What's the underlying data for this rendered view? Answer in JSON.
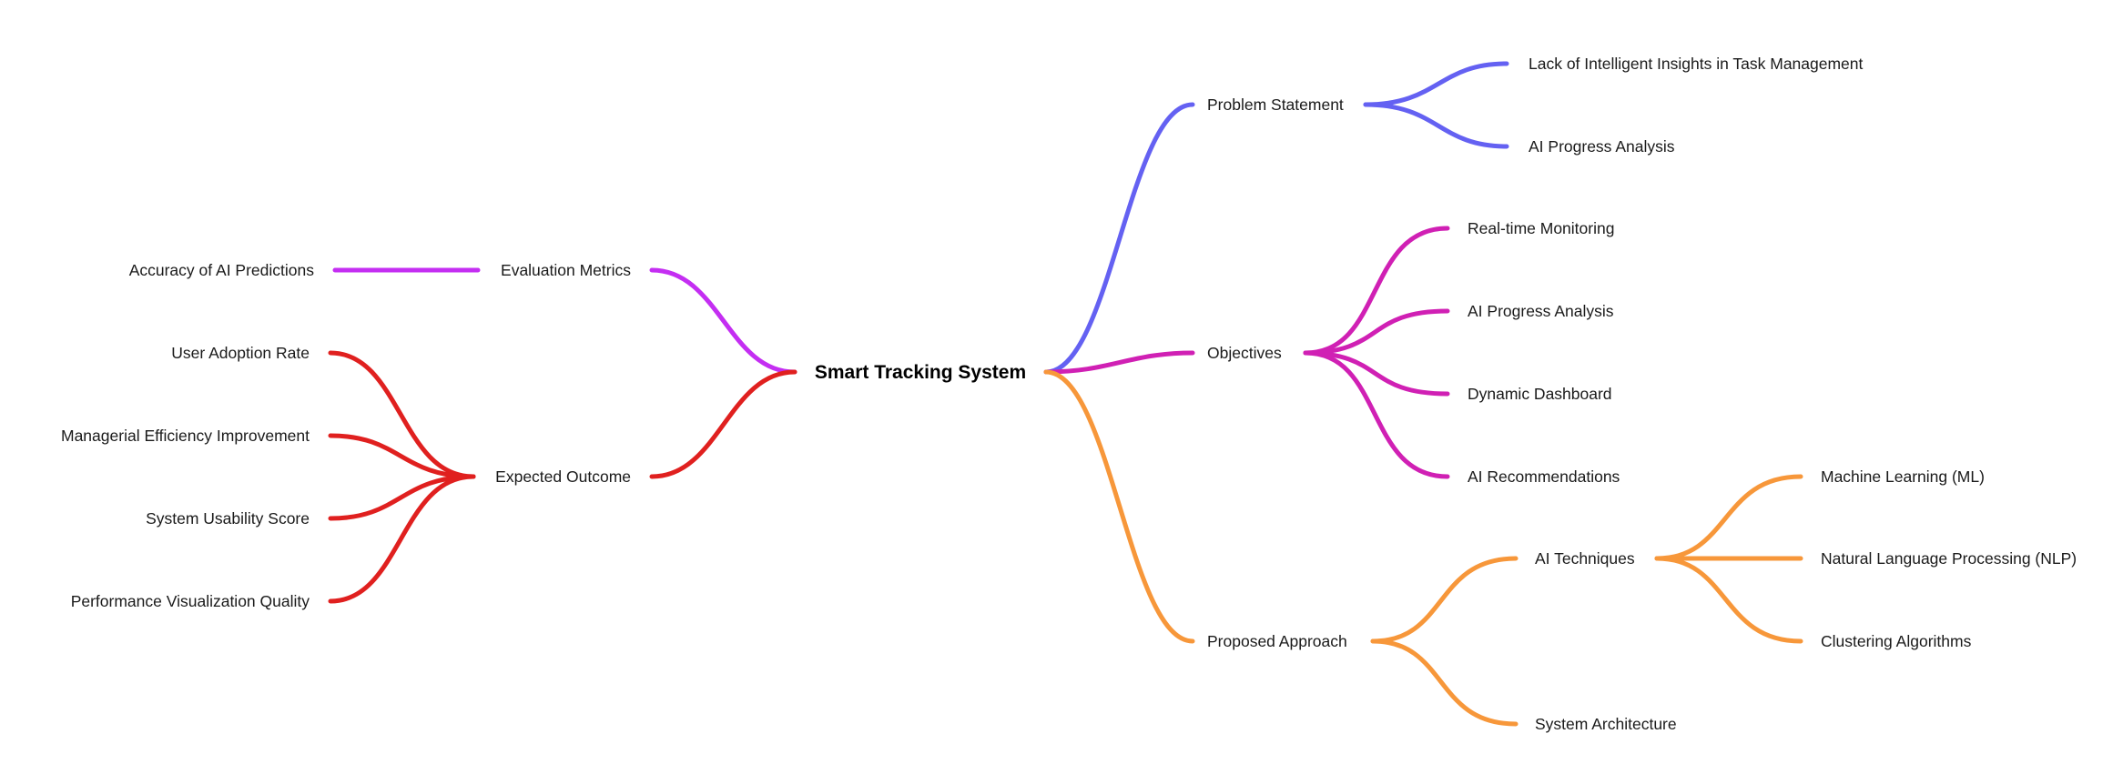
{
  "root": {
    "label": "Smart Tracking System"
  },
  "colors": {
    "problem": "#6461f2",
    "objectives": "#d020b4",
    "approach": "#f7973a",
    "evaluation": "#c42ef2",
    "outcome": "#e0201f"
  },
  "right": [
    {
      "label": "Problem Statement",
      "color": "problem",
      "children": [
        {
          "label": "Lack of Intelligent Insights in Task Management"
        },
        {
          "label": "AI Progress Analysis"
        }
      ]
    },
    {
      "label": "Objectives",
      "color": "objectives",
      "children": [
        {
          "label": "Real-time Monitoring"
        },
        {
          "label": "AI Progress Analysis"
        },
        {
          "label": "Dynamic Dashboard"
        },
        {
          "label": "AI Recommendations"
        }
      ]
    },
    {
      "label": "Proposed Approach",
      "color": "approach",
      "children": [
        {
          "label": "AI Techniques",
          "children": [
            {
              "label": "Machine Learning (ML)"
            },
            {
              "label": "Natural Language Processing (NLP)"
            },
            {
              "label": "Clustering Algorithms"
            }
          ]
        },
        {
          "label": "System Architecture"
        }
      ]
    }
  ],
  "left": [
    {
      "label": "Evaluation Metrics",
      "color": "evaluation",
      "children": [
        {
          "label": "Accuracy of AI Predictions"
        }
      ]
    },
    {
      "label": "Expected Outcome",
      "color": "outcome",
      "children": [
        {
          "label": "User Adoption Rate"
        },
        {
          "label": "Managerial Efficiency Improvement"
        },
        {
          "label": "System Usability Score"
        },
        {
          "label": "Performance Visualization Quality"
        }
      ]
    }
  ]
}
